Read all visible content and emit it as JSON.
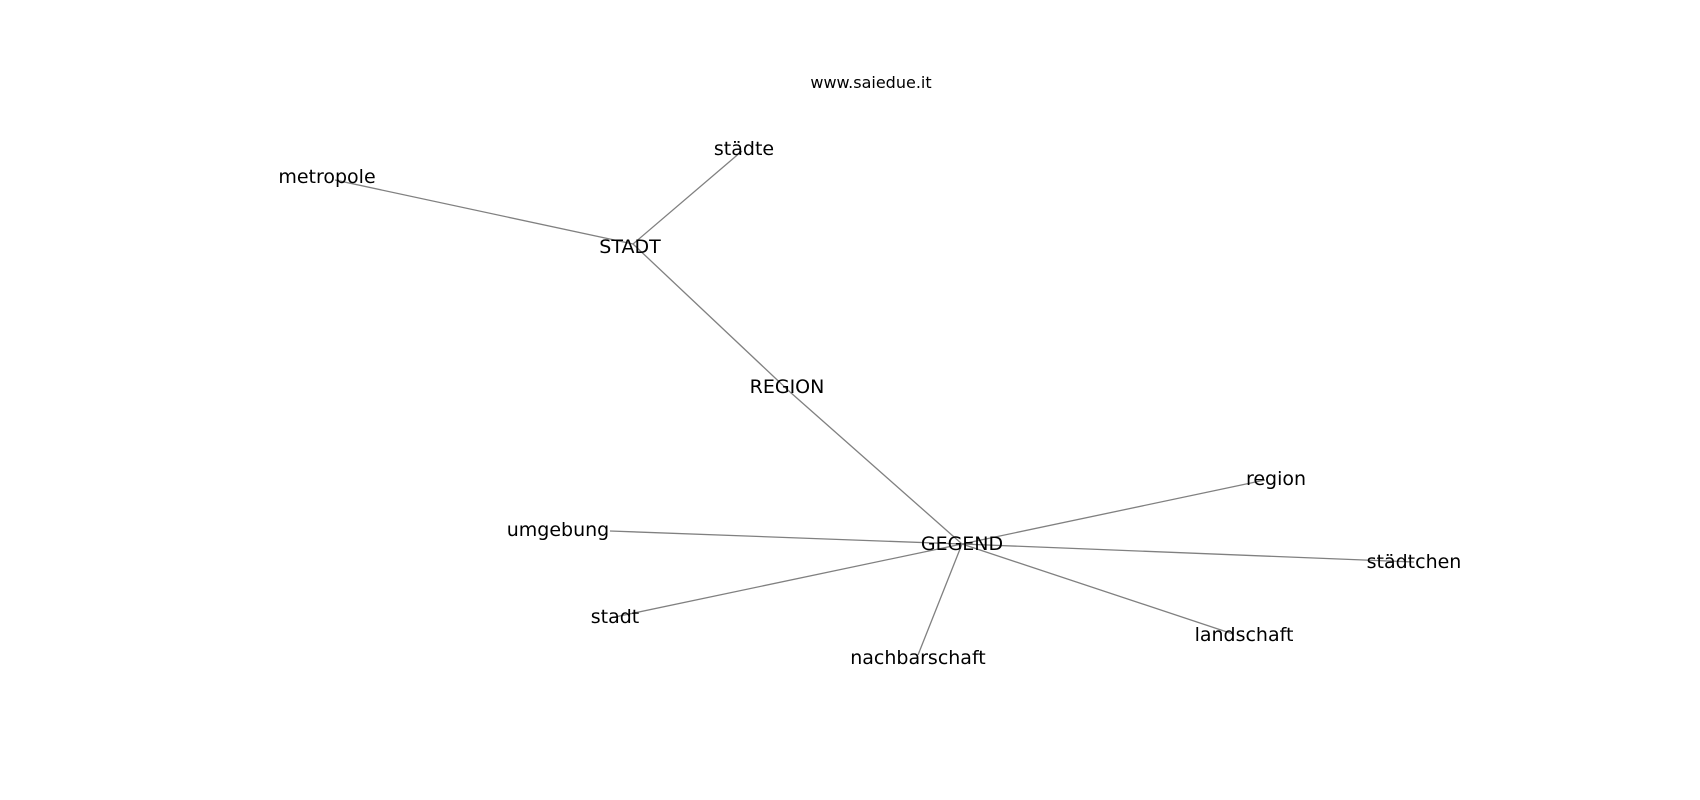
{
  "watermark": "www.saiedue.it",
  "graph": {
    "nodes": [
      {
        "id": "REGION",
        "label": "REGION"
      },
      {
        "id": "STADT",
        "label": "STADT"
      },
      {
        "id": "GEGEND",
        "label": "GEGEND"
      },
      {
        "id": "metropole",
        "label": "metropole"
      },
      {
        "id": "städte",
        "label": "städte"
      },
      {
        "id": "region",
        "label": "region"
      },
      {
        "id": "umgebung",
        "label": "umgebung"
      },
      {
        "id": "städtchen",
        "label": "städtchen"
      },
      {
        "id": "stadt",
        "label": "stadt"
      },
      {
        "id": "landschaft",
        "label": "landschaft"
      },
      {
        "id": "nachbarschaft",
        "label": "nachbarschaft"
      }
    ],
    "edges": [
      [
        "REGION",
        "STADT"
      ],
      [
        "REGION",
        "GEGEND"
      ],
      [
        "STADT",
        "metropole"
      ],
      [
        "STADT",
        "städte"
      ],
      [
        "GEGEND",
        "region"
      ],
      [
        "GEGEND",
        "umgebung"
      ],
      [
        "GEGEND",
        "städtchen"
      ],
      [
        "GEGEND",
        "stadt"
      ],
      [
        "GEGEND",
        "landschaft"
      ],
      [
        "GEGEND",
        "nachbarschaft"
      ]
    ],
    "edge_color": "#808080",
    "text_color": "#000000"
  }
}
